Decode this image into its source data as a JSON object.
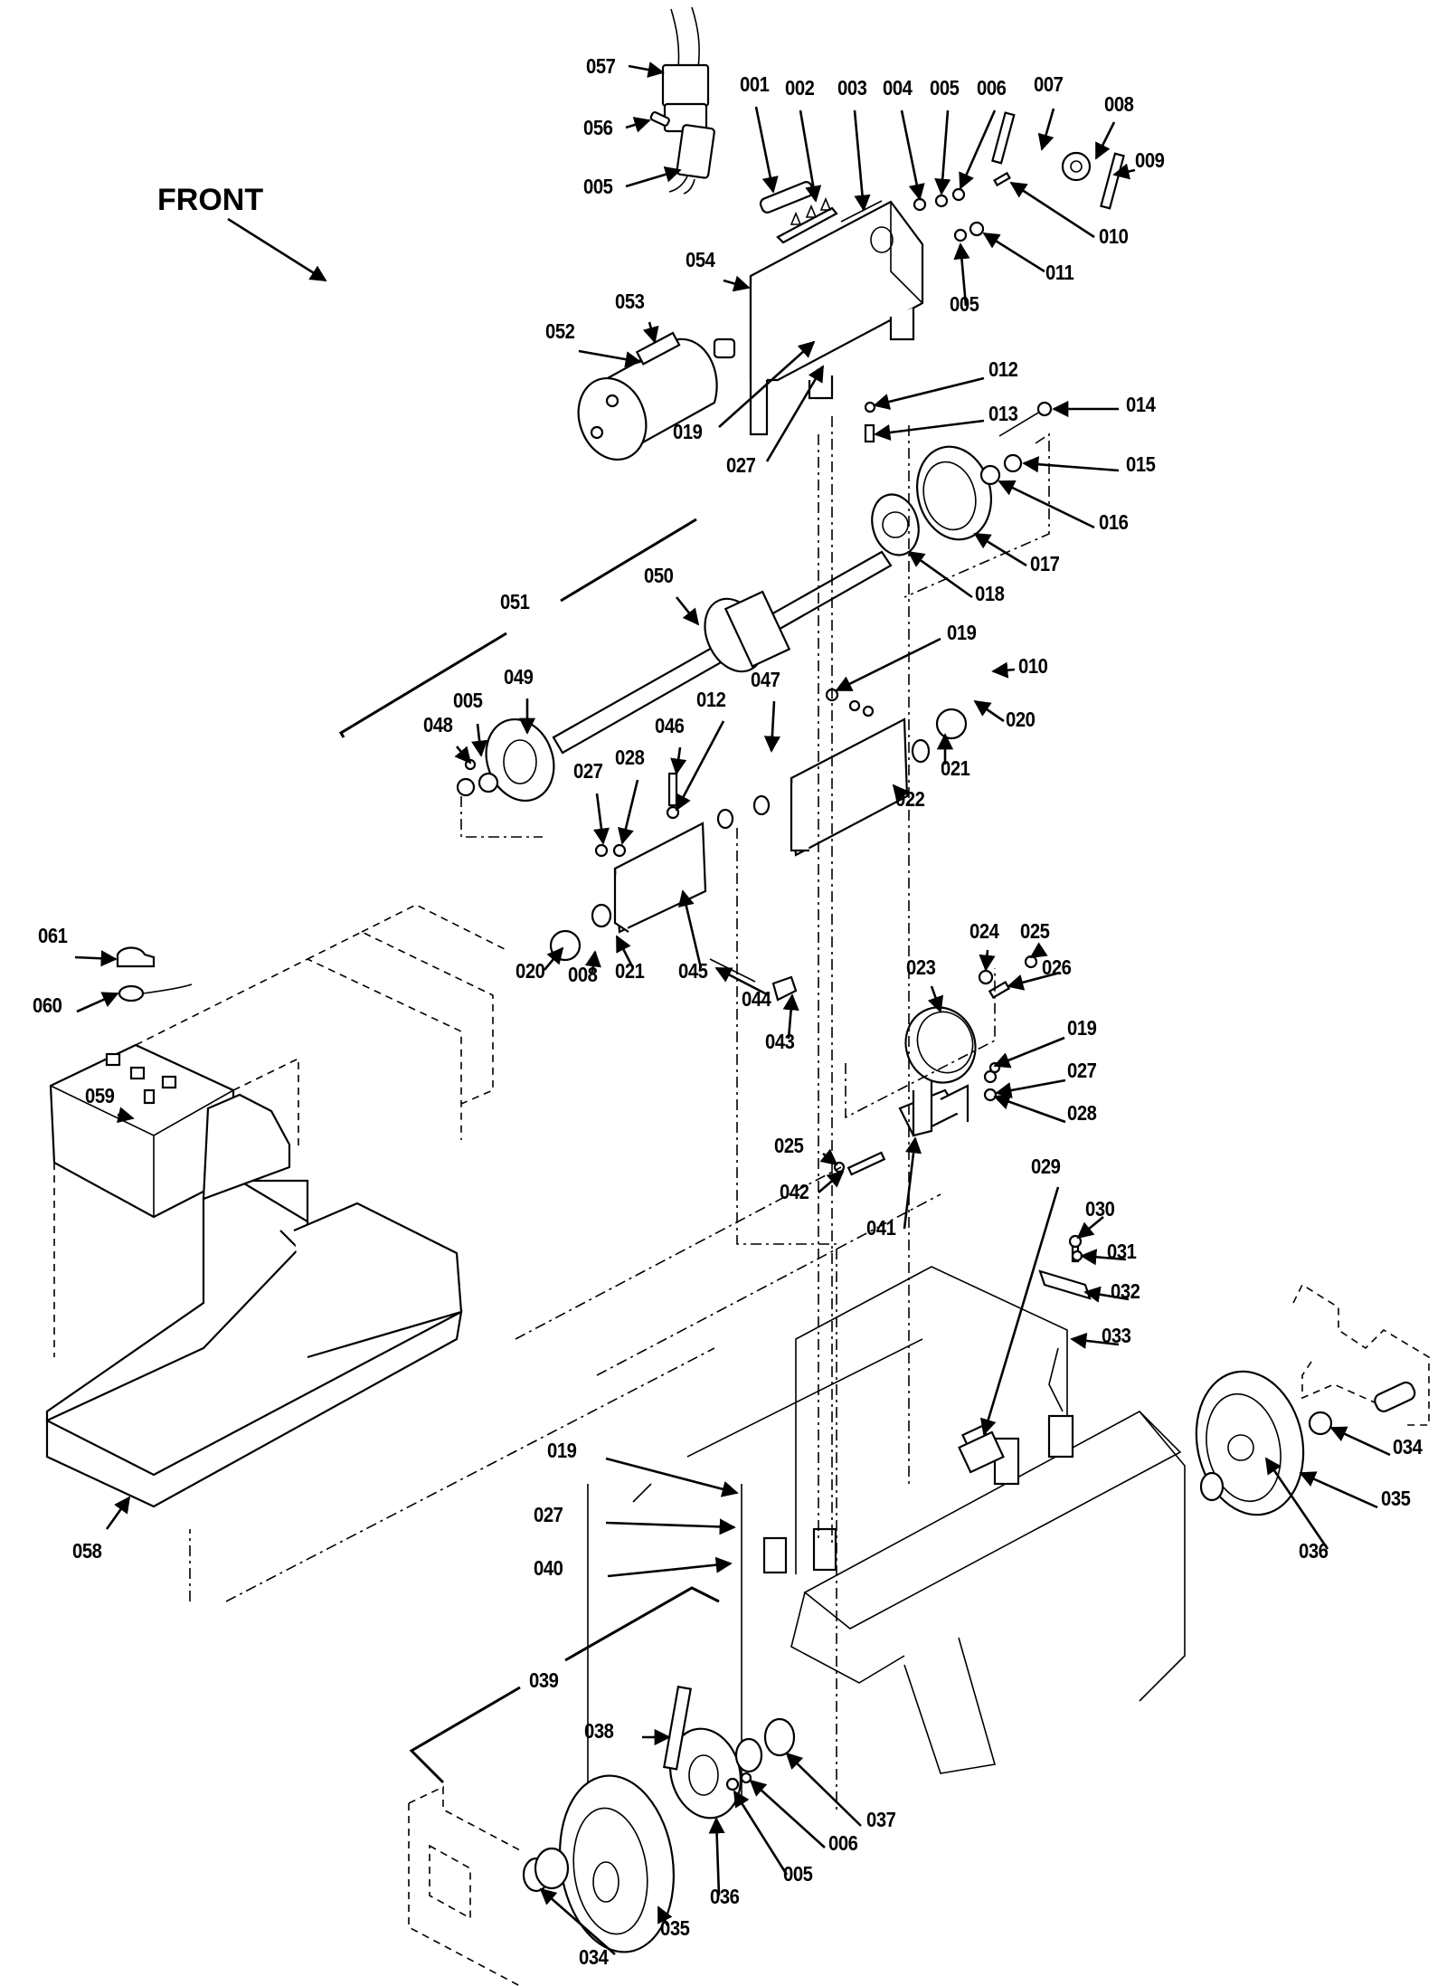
{
  "diagram": {
    "orientation_label": "FRONT",
    "callouts": [
      {
        "id": "057",
        "label": "057"
      },
      {
        "id": "056",
        "label": "056"
      },
      {
        "id": "005a",
        "label": "005"
      },
      {
        "id": "001",
        "label": "001"
      },
      {
        "id": "002",
        "label": "002"
      },
      {
        "id": "003",
        "label": "003"
      },
      {
        "id": "004",
        "label": "004"
      },
      {
        "id": "005b",
        "label": "005"
      },
      {
        "id": "006a",
        "label": "006"
      },
      {
        "id": "007",
        "label": "007"
      },
      {
        "id": "008a",
        "label": "008"
      },
      {
        "id": "009",
        "label": "009"
      },
      {
        "id": "010a",
        "label": "010"
      },
      {
        "id": "011",
        "label": "011"
      },
      {
        "id": "005c",
        "label": "005"
      },
      {
        "id": "054",
        "label": "054"
      },
      {
        "id": "053",
        "label": "053"
      },
      {
        "id": "052",
        "label": "052"
      },
      {
        "id": "019a",
        "label": "019"
      },
      {
        "id": "027a",
        "label": "027"
      },
      {
        "id": "012a",
        "label": "012"
      },
      {
        "id": "013",
        "label": "013"
      },
      {
        "id": "014",
        "label": "014"
      },
      {
        "id": "015",
        "label": "015"
      },
      {
        "id": "016",
        "label": "016"
      },
      {
        "id": "017",
        "label": "017"
      },
      {
        "id": "018",
        "label": "018"
      },
      {
        "id": "051",
        "label": "051"
      },
      {
        "id": "050",
        "label": "050"
      },
      {
        "id": "019b",
        "label": "019"
      },
      {
        "id": "010b",
        "label": "010"
      },
      {
        "id": "020a",
        "label": "020"
      },
      {
        "id": "021a",
        "label": "021"
      },
      {
        "id": "022",
        "label": "022"
      },
      {
        "id": "047",
        "label": "047"
      },
      {
        "id": "012b",
        "label": "012"
      },
      {
        "id": "046",
        "label": "046"
      },
      {
        "id": "028a",
        "label": "028"
      },
      {
        "id": "027b",
        "label": "027"
      },
      {
        "id": "049",
        "label": "049"
      },
      {
        "id": "005d",
        "label": "005"
      },
      {
        "id": "048",
        "label": "048"
      },
      {
        "id": "061",
        "label": "061"
      },
      {
        "id": "060",
        "label": "060"
      },
      {
        "id": "059",
        "label": "059"
      },
      {
        "id": "058",
        "label": "058"
      },
      {
        "id": "020b",
        "label": "020"
      },
      {
        "id": "008b",
        "label": "008"
      },
      {
        "id": "021b",
        "label": "021"
      },
      {
        "id": "045",
        "label": "045"
      },
      {
        "id": "044",
        "label": "044"
      },
      {
        "id": "043",
        "label": "043"
      },
      {
        "id": "023",
        "label": "023"
      },
      {
        "id": "024",
        "label": "024"
      },
      {
        "id": "025a",
        "label": "025"
      },
      {
        "id": "026",
        "label": "026"
      },
      {
        "id": "019c",
        "label": "019"
      },
      {
        "id": "027c",
        "label": "027"
      },
      {
        "id": "028b",
        "label": "028"
      },
      {
        "id": "025b",
        "label": "025"
      },
      {
        "id": "042",
        "label": "042"
      },
      {
        "id": "041",
        "label": "041"
      },
      {
        "id": "029",
        "label": "029"
      },
      {
        "id": "030",
        "label": "030"
      },
      {
        "id": "031",
        "label": "031"
      },
      {
        "id": "032",
        "label": "032"
      },
      {
        "id": "033",
        "label": "033"
      },
      {
        "id": "034a",
        "label": "034"
      },
      {
        "id": "035a",
        "label": "035"
      },
      {
        "id": "036a",
        "label": "036"
      },
      {
        "id": "019d",
        "label": "019"
      },
      {
        "id": "027d",
        "label": "027"
      },
      {
        "id": "040",
        "label": "040"
      },
      {
        "id": "039",
        "label": "039"
      },
      {
        "id": "038",
        "label": "038"
      },
      {
        "id": "037",
        "label": "037"
      },
      {
        "id": "006b",
        "label": "006"
      },
      {
        "id": "005e",
        "label": "005"
      },
      {
        "id": "036b",
        "label": "036"
      },
      {
        "id": "035b",
        "label": "035"
      },
      {
        "id": "034b",
        "label": "034"
      }
    ]
  }
}
